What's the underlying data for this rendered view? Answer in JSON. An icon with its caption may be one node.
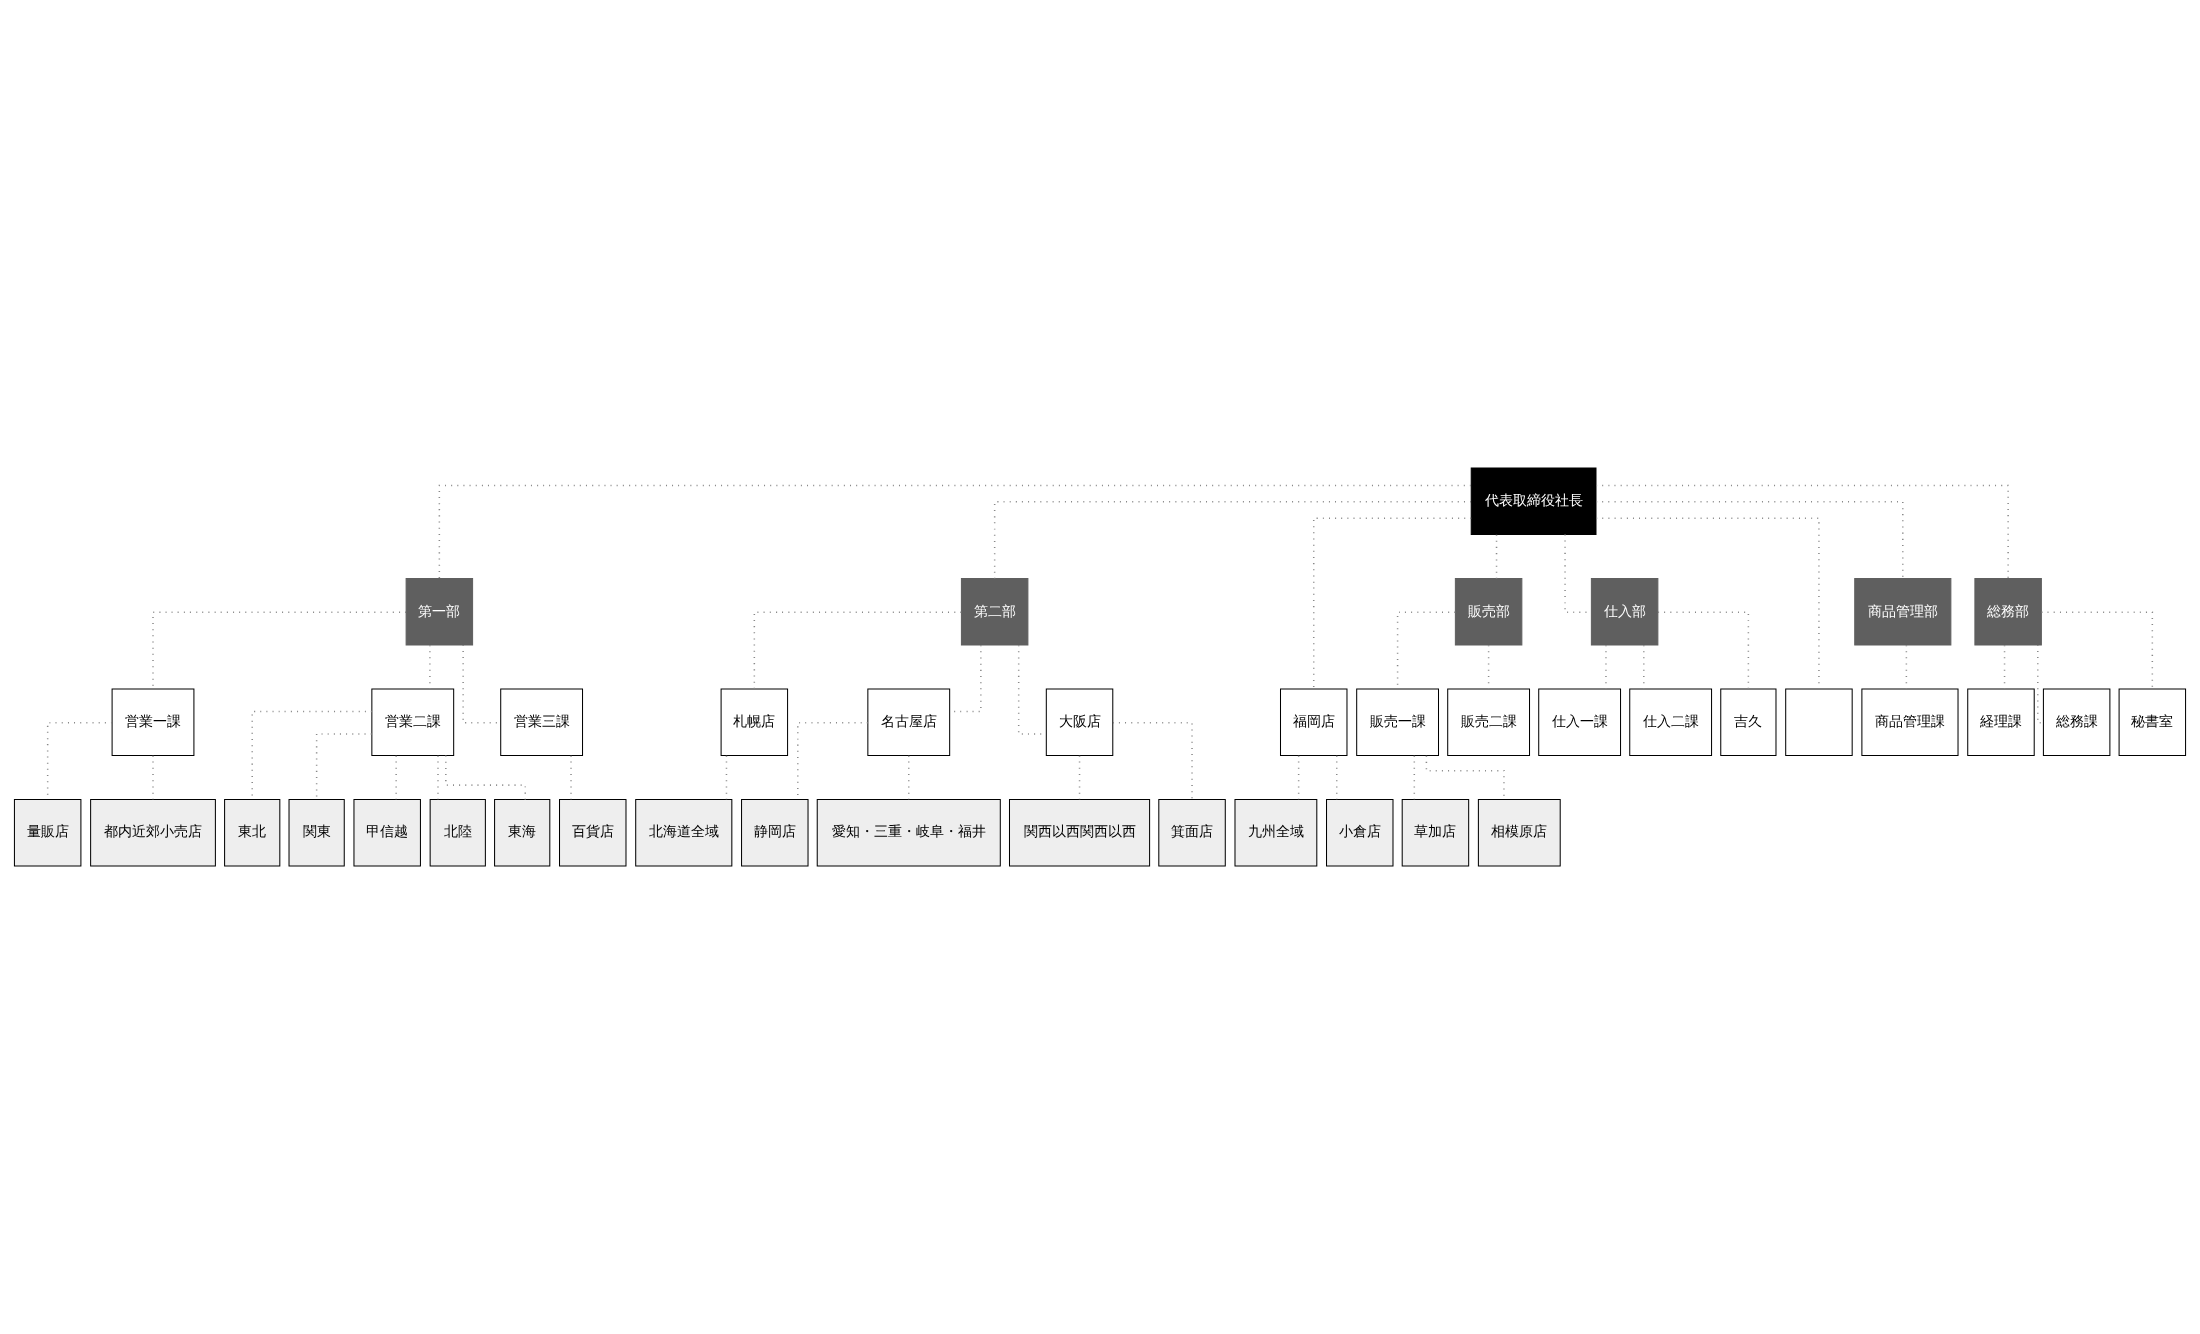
{
  "diagram": {
    "nodes": [
      {
        "text": [
          "代表取締役社長"
        ]
      },
      {
        "text": [
          "第一部"
        ]
      },
      {
        "text": [
          "第二部"
        ]
      },
      {
        "text": [
          "販売部"
        ]
      },
      {
        "text": [
          "仕入部"
        ]
      },
      {
        "text": [
          "商品管理部"
        ]
      },
      {
        "text": [
          "総務部"
        ]
      },
      {
        "text": [
          "営業一課"
        ]
      },
      {
        "text": [
          "営業二課"
        ]
      },
      {
        "text": [
          "営業三課"
        ]
      },
      {
        "text": [
          "札幌店"
        ]
      },
      {
        "text": [
          "名古屋店"
        ]
      },
      {
        "text": [
          "大阪店"
        ]
      },
      {
        "text": [
          "福岡店"
        ]
      },
      {
        "text": [
          "販売一課"
        ]
      },
      {
        "text": [
          "販売二課"
        ]
      },
      {
        "text": [
          "仕入一課"
        ]
      },
      {
        "text": [
          "仕入二課"
        ]
      },
      {
        "text": [
          "吉久"
        ]
      },
      {
        "text": [],
        "shape": "box"
      },
      {
        "text": [
          "商品管理課"
        ]
      },
      {
        "text": [
          "経理課"
        ]
      },
      {
        "text": [
          "総務課"
        ]
      },
      {
        "text": [
          "秘書室"
        ]
      },
      {
        "text": [
          "量販店"
        ]
      },
      {
        "text": [
          "都内近郊小売店"
        ]
      },
      {
        "text": [
          "東北"
        ]
      },
      {
        "text": [
          "関東"
        ]
      },
      {
        "text": [
          "甲信越"
        ]
      },
      {
        "text": [
          "北陸"
        ]
      },
      {
        "text": [
          "東海"
        ]
      },
      {
        "text": [
          "百貨店"
        ]
      },
      {
        "text": [
          "北海道全域"
        ]
      },
      {
        "text": [
          "静岡店"
        ]
      },
      {
        "text": [
          "愛知・三重・岐阜・福井"
        ]
      },
      {
        "text": [
          "関西以西関西以西"
        ]
      },
      {
        "text": [
          "箕面店"
        ]
      },
      {
        "text": [
          "九州全域"
        ]
      },
      {
        "text": [
          "小倉店"
        ]
      },
      {
        "text": [
          "草加店"
        ]
      },
      {
        "text": [
          "相模原店"
        ]
      }
    ],
    "edges": [
      {
        "from": 0,
        "to": 1,
        "arrow": "none"
      },
      {
        "from": 0,
        "to": 2,
        "arrow": "none"
      },
      {
        "from": 0,
        "to": 13,
        "arrow": "none"
      },
      {
        "from": 0,
        "to": 3,
        "arrow": "none"
      },
      {
        "from": 0,
        "to": 4,
        "arrow": "none"
      },
      {
        "from": 0,
        "to": 19,
        "arrow": "none"
      },
      {
        "from": 0,
        "to": 5,
        "arrow": "none"
      },
      {
        "from": 0,
        "to": 6,
        "arrow": "none"
      },
      {
        "from": 1,
        "to": 7,
        "arrow": "none"
      },
      {
        "from": 1,
        "to": 8,
        "arrow": "none"
      },
      {
        "from": 1,
        "to": 9,
        "arrow": "none"
      },
      {
        "from": 2,
        "to": 10,
        "arrow": "none"
      },
      {
        "from": 2,
        "to": 11,
        "arrow": "none"
      },
      {
        "from": 2,
        "to": 12,
        "arrow": "none"
      },
      {
        "from": 3,
        "to": 14,
        "arrow": "none"
      },
      {
        "from": 3,
        "to": 15,
        "arrow": "none"
      },
      {
        "from": 4,
        "to": 16,
        "arrow": "none"
      },
      {
        "from": 4,
        "to": 17,
        "arrow": "none"
      },
      {
        "from": 4,
        "to": 18,
        "arrow": "none"
      },
      {
        "from": 5,
        "to": 20,
        "arrow": "none"
      },
      {
        "from": 6,
        "to": 21,
        "arrow": "none"
      },
      {
        "from": 6,
        "to": 22,
        "arrow": "none"
      },
      {
        "from": 6,
        "to": 23,
        "arrow": "none"
      },
      {
        "from": 7,
        "to": 24,
        "arrow": "none"
      },
      {
        "from": 7,
        "to": 25,
        "arrow": "none"
      },
      {
        "from": 8,
        "to": 26,
        "arrow": "none"
      },
      {
        "from": 8,
        "to": 27,
        "arrow": "none"
      },
      {
        "from": 8,
        "to": 28,
        "arrow": "none"
      },
      {
        "from": 8,
        "to": 29,
        "arrow": "none"
      },
      {
        "from": 8,
        "to": 30,
        "arrow": "none"
      },
      {
        "from": 9,
        "to": 31,
        "arrow": "none"
      },
      {
        "from": 10,
        "to": 32,
        "arrow": "none"
      },
      {
        "from": 11,
        "to": 33,
        "arrow": "none"
      },
      {
        "from": 11,
        "to": 34,
        "arrow": "none"
      },
      {
        "from": 12,
        "to": 35,
        "arrow": "none"
      },
      {
        "from": 12,
        "to": 36,
        "arrow": "none"
      },
      {
        "from": 13,
        "to": 37,
        "arrow": "none"
      },
      {
        "from": 13,
        "to": 38,
        "arrow": "none"
      },
      {
        "from": 14,
        "to": 39,
        "arrow": "none"
      },
      {
        "from": 14,
        "to": 40,
        "arrow": "none"
      }
    ]
  }
}
